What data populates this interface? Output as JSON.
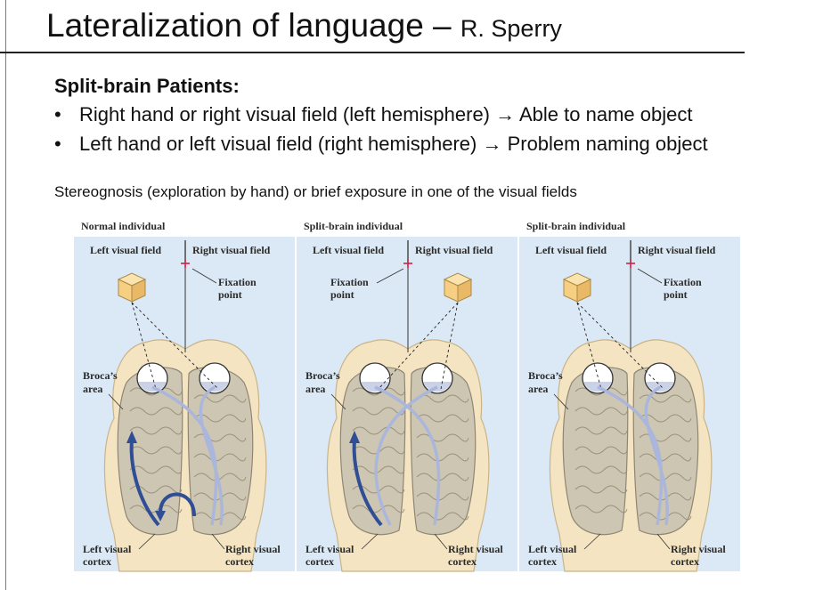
{
  "slide": {
    "title": "Lateralization of language",
    "title_dash": " – ",
    "title_author": "R. Sperry",
    "heading": "Split-brain Patients:",
    "bullets": [
      "Right hand or right visual field (left hemisphere) → Able to name object",
      "Left hand or left visual field (right hemisphere) → Problem naming object"
    ],
    "caption": "Stereognosis (exploration by hand) or brief exposure in one of the visual fields"
  },
  "figure": {
    "panels": [
      {
        "title": "Normal individual",
        "left_field": "Left visual field",
        "right_field": "Right visual field",
        "fixation_line1": "Fixation",
        "fixation_line2": "point",
        "broca_line1": "Broca’s",
        "broca_line2": "area",
        "left_cortex_line1": "Left visual",
        "left_cortex_line2": "cortex",
        "right_cortex_line1": "Right visual",
        "right_cortex_line2": "cortex"
      },
      {
        "title": "Split-brain individual",
        "left_field": "Left visual field",
        "right_field": "Right visual field",
        "fixation_line1": "Fixation",
        "fixation_line2": "point",
        "broca_line1": "Broca’s",
        "broca_line2": "area",
        "left_cortex_line1": "Left visual",
        "left_cortex_line2": "cortex",
        "right_cortex_line1": "Right visual",
        "right_cortex_line2": "cortex"
      },
      {
        "title": "Split-brain individual",
        "left_field": "Left visual field",
        "right_field": "Right visual field",
        "fixation_line1": "Fixation",
        "fixation_line2": "point",
        "broca_line1": "Broca’s",
        "broca_line2": "area",
        "left_cortex_line1": "Left visual",
        "left_cortex_line2": "cortex",
        "right_cortex_line1": "Right visual",
        "right_cortex_line2": "cortex"
      }
    ],
    "colors": {
      "panel_bg": "#dbe9f6",
      "head": "#f4e4c1",
      "brain": "#cdc6b2",
      "cube": "#f6cf83",
      "pathway_light": "#aab6dc",
      "pathway_dark": "#2f4e96",
      "fixation_mark": "#cc2244"
    }
  }
}
